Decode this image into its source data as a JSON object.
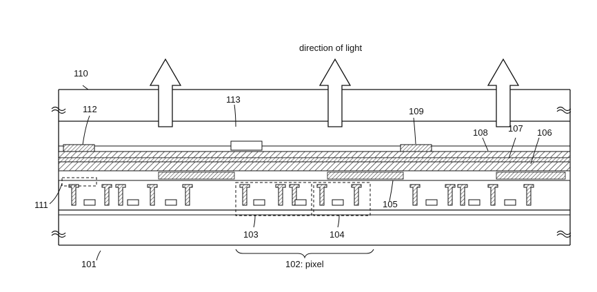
{
  "caption": "direction of light",
  "labels": {
    "l110": "110",
    "l112": "112",
    "l113": "113",
    "l109": "109",
    "l108": "108",
    "l107": "107",
    "l106": "106",
    "l111": "111",
    "l105": "105",
    "l103": "103",
    "l104": "104",
    "l101": "101",
    "l102": "102: pixel"
  }
}
